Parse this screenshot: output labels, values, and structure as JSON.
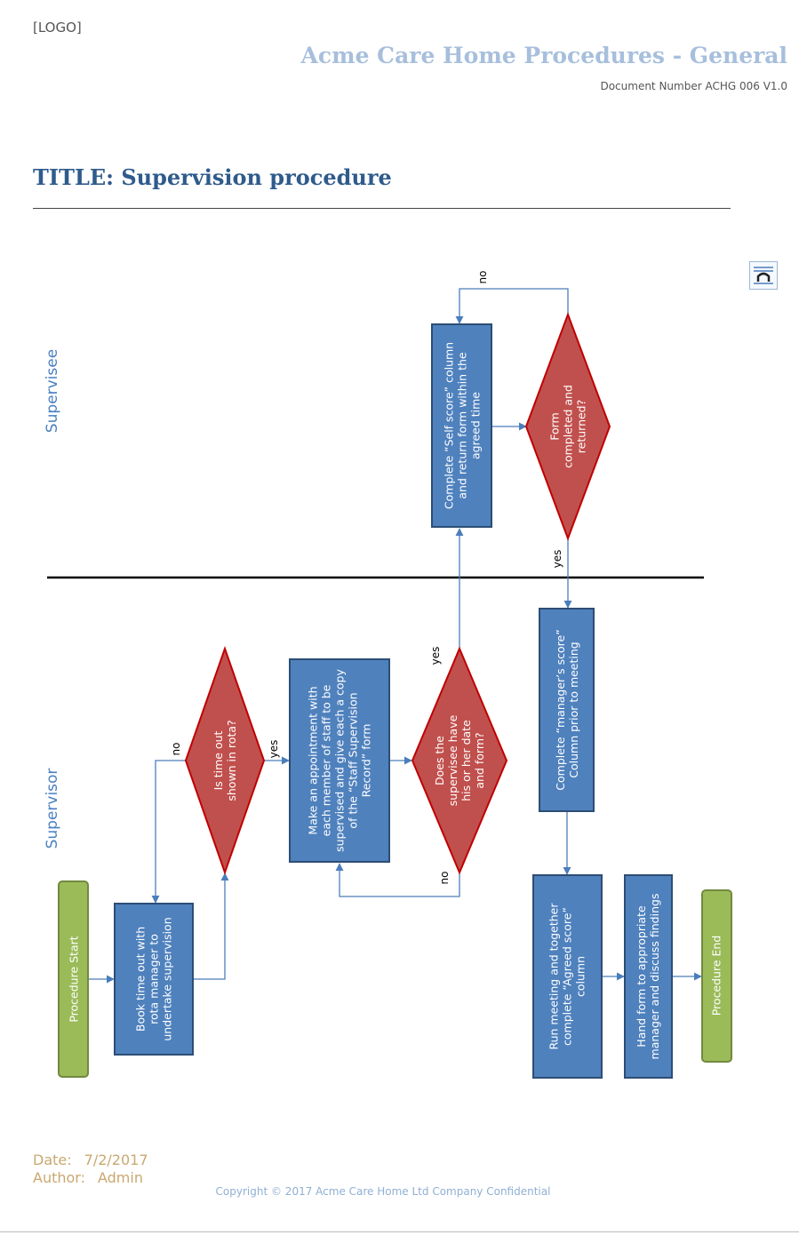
{
  "header": {
    "logo": "[LOGO]",
    "company_title": "Acme Care Home Procedures - General",
    "document_number": "Document Number ACHG 006 V1.0"
  },
  "title": "TITLE: Supervision procedure",
  "footer": {
    "date_label": "Date:",
    "date_value": "7/2/2017",
    "author_label": "Author:",
    "author_value": "Admin",
    "copyright": "Copyright © 2017 Acme Care Home Ltd Company Confidential"
  },
  "colors": {
    "process_fill": "#4f81bd",
    "process_stroke": "#2c4d75",
    "decision_fill": "#c0504d",
    "decision_stroke": "#c00000",
    "terminal_fill": "#9bbb59",
    "terminal_stroke": "#71893f",
    "connector": "#4a7ebb",
    "lane_label": "#4a80c0"
  },
  "flowchart": {
    "lanes": [
      "Supervisee",
      "Supervisor"
    ],
    "nodes": {
      "start": [
        "Procedure Start"
      ],
      "book": [
        "Book time out with",
        "rota manager to",
        "undertake supervision"
      ],
      "rota_check": [
        "Is time out",
        "shown in rota?"
      ],
      "appointment": [
        "Make an appointment with",
        "each member of staff to be",
        "supervised and give each a copy",
        "of the “Staff Supervision",
        "Record” form"
      ],
      "has_form": [
        "Does the",
        "supervisee have",
        "his or her date",
        "and form?"
      ],
      "self_score": [
        "Complete “Self score” column",
        "and return form within the",
        "agreed time"
      ],
      "returned": [
        "Form",
        "completed and",
        "returned?"
      ],
      "managers_score": [
        "Complete “manager’s score”",
        "Column prior to meeting"
      ],
      "run_meeting": [
        "Run meeting and together",
        "complete “Agreed score”",
        "column"
      ],
      "hand_form": [
        "Hand form to appropriate",
        "manager and discuss findings"
      ],
      "end": [
        "Procedure End"
      ]
    },
    "edge_labels": {
      "rota_no": "no",
      "rota_yes": "yes",
      "form_yes": "yes",
      "form_no": "no",
      "returned_no": "no",
      "returned_yes": "yes"
    }
  }
}
